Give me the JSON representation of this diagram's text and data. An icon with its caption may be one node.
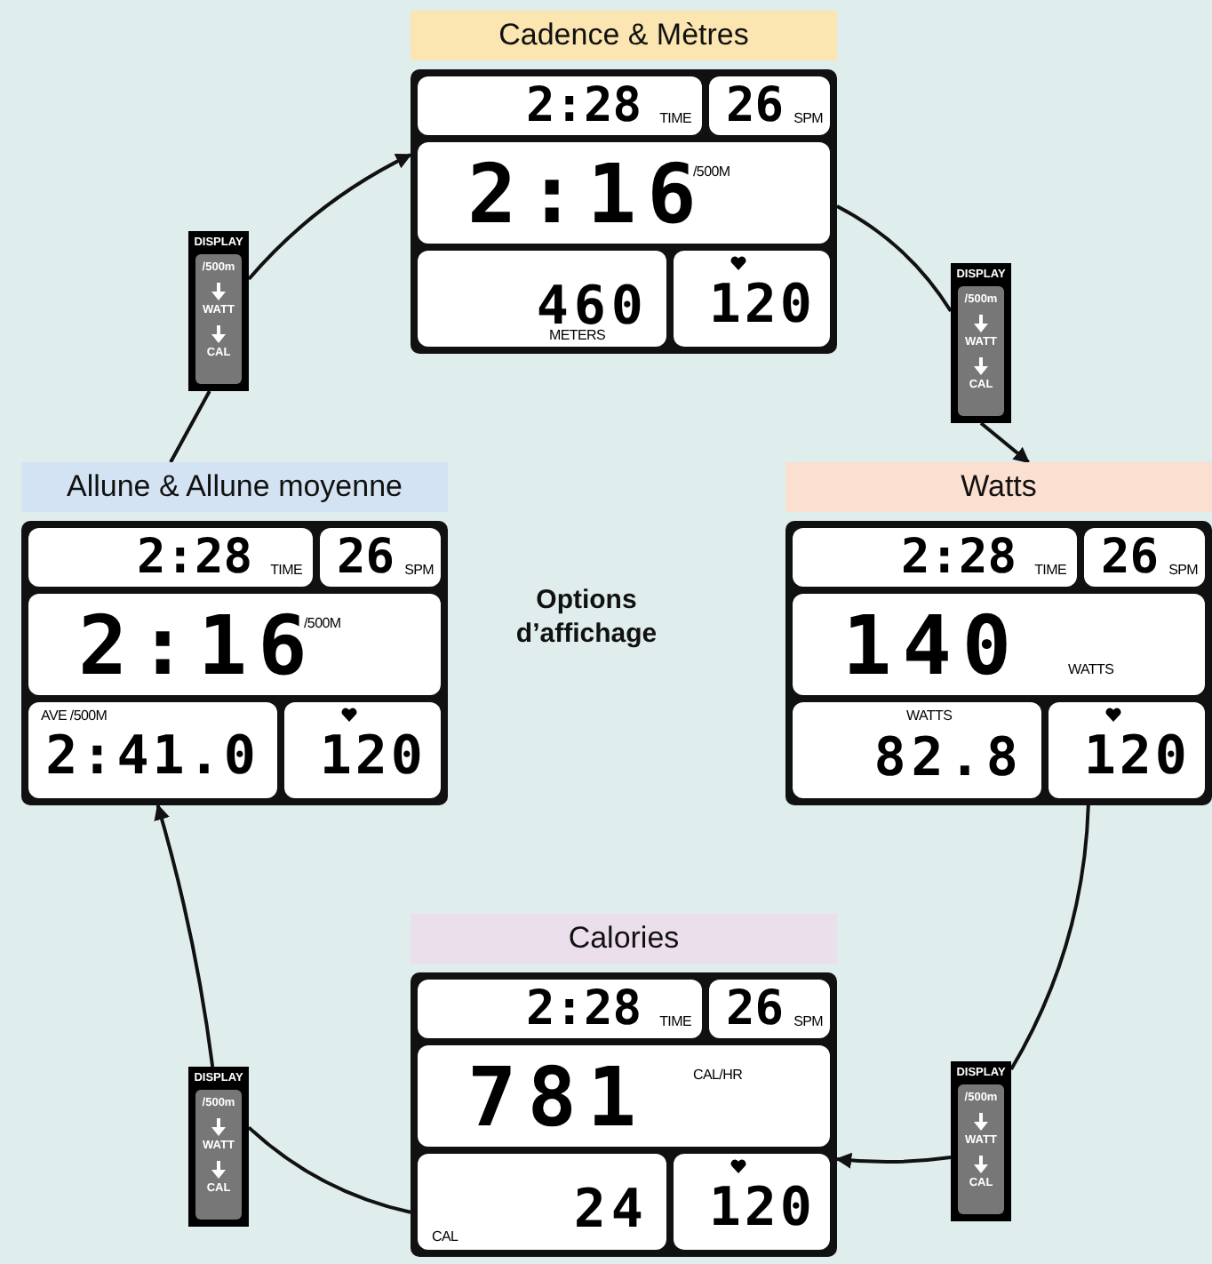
{
  "diagram": {
    "nodes": [
      {
        "text": [
          "Cadence & Mètres"
        ]
      },
      {
        "text": [
          "2:28",
          "TIME"
        ],
        "in": 0
      },
      {
        "text": [
          "26",
          "SPM"
        ],
        "in": 0
      },
      {
        "text": [
          "2:16",
          "/500M"
        ],
        "in": 0
      },
      {
        "text": [
          "460",
          "METERS"
        ],
        "in": 0
      },
      {
        "text": [
          "120"
        ],
        "in": 0
      },
      {
        "text": [
          "DISPLAY",
          "/500m",
          "WATT",
          "CAL"
        ]
      },
      {
        "text": [
          "Watts"
        ]
      },
      {
        "text": [
          "2:28",
          "TIME"
        ],
        "in": 7
      },
      {
        "text": [
          "26",
          "SPM"
        ],
        "in": 7
      },
      {
        "text": [
          "140",
          "WATTS"
        ],
        "in": 7
      },
      {
        "text": [
          "WATTS",
          "82.8"
        ],
        "in": 7
      },
      {
        "text": [
          "120"
        ],
        "in": 7
      },
      {
        "text": [
          "DISPLAY",
          "/500m",
          "WATT",
          "CAL"
        ]
      },
      {
        "text": [
          "Calories"
        ]
      },
      {
        "text": [
          "2:28",
          "TIME"
        ],
        "in": 14
      },
      {
        "text": [
          "26",
          "SPM"
        ],
        "in": 14
      },
      {
        "text": [
          "781",
          "CAL/HR"
        ],
        "in": 14
      },
      {
        "text": [
          "24",
          "CAL"
        ],
        "in": 14
      },
      {
        "text": [
          "120"
        ],
        "in": 14
      },
      {
        "text": [
          "DISPLAY",
          "/500m",
          "WATT",
          "CAL"
        ]
      },
      {
        "text": [
          "Allune & Allune moyenne"
        ]
      },
      {
        "text": [
          "2:28",
          "TIME"
        ],
        "in": 21
      },
      {
        "text": [
          "26",
          "SPM"
        ],
        "in": 21
      },
      {
        "text": [
          "2:16",
          "/500M"
        ],
        "in": 21
      },
      {
        "text": [
          "AVE /500M",
          "2:41.0"
        ],
        "in": 21
      },
      {
        "text": [
          "120"
        ],
        "in": 21
      },
      {
        "text": [
          "DISPLAY",
          "/500m",
          "WATT",
          "CAL"
        ]
      }
    ],
    "edges": [
      {
        "from": 0,
        "to": 6,
        "arrow": "none"
      },
      {
        "from": 6,
        "to": 7,
        "arrow": "to"
      },
      {
        "from": 7,
        "to": 13,
        "arrow": "none"
      },
      {
        "from": 13,
        "to": 14,
        "arrow": "to"
      },
      {
        "from": 14,
        "to": 20,
        "arrow": "none"
      },
      {
        "from": 20,
        "to": 21,
        "arrow": "to"
      },
      {
        "from": 21,
        "to": 27,
        "arrow": "none"
      },
      {
        "from": 27,
        "to": 0,
        "arrow": "to"
      }
    ],
    "labels": [
      "Options d’affichage"
    ]
  }
}
